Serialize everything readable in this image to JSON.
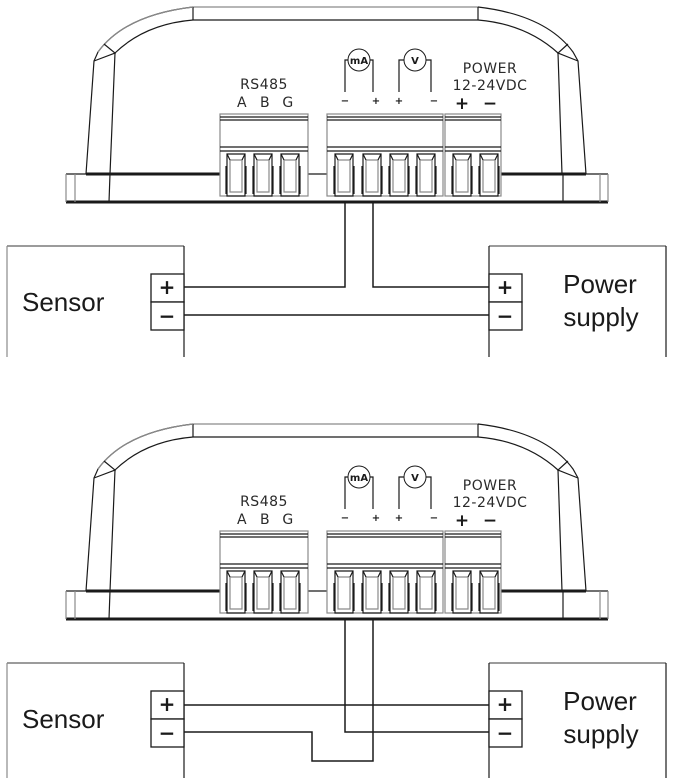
{
  "diagrams": [
    {
      "name": "wiring-variant-1",
      "device": {
        "rs485_label": "RS485",
        "rs485_pins": [
          "A",
          "B",
          "G"
        ],
        "meter_ma_label": "mA",
        "meter_v_label": "V",
        "output_signs": [
          "−",
          "+",
          "+",
          "−"
        ],
        "power_label": "POWER",
        "power_voltage": "12-24VDC",
        "power_signs": [
          "+",
          "−"
        ]
      },
      "sensor": {
        "label": "Sensor",
        "terminals": [
          "+",
          "−"
        ]
      },
      "power_supply": {
        "label_line1": "Power",
        "label_line2": "supply",
        "terminals": [
          "+",
          "−"
        ]
      }
    },
    {
      "name": "wiring-variant-2",
      "device": {
        "rs485_label": "RS485",
        "rs485_pins": [
          "A",
          "B",
          "G"
        ],
        "meter_ma_label": "mA",
        "meter_v_label": "V",
        "output_signs": [
          "−",
          "+",
          "+",
          "−"
        ],
        "power_label": "POWER",
        "power_voltage": "12-24VDC",
        "power_signs": [
          "+",
          "−"
        ]
      },
      "sensor": {
        "label": "Sensor",
        "terminals": [
          "+",
          "−"
        ]
      },
      "power_supply": {
        "label_line1": "Power",
        "label_line2": "supply",
        "terminals": [
          "+",
          "−"
        ]
      }
    }
  ]
}
